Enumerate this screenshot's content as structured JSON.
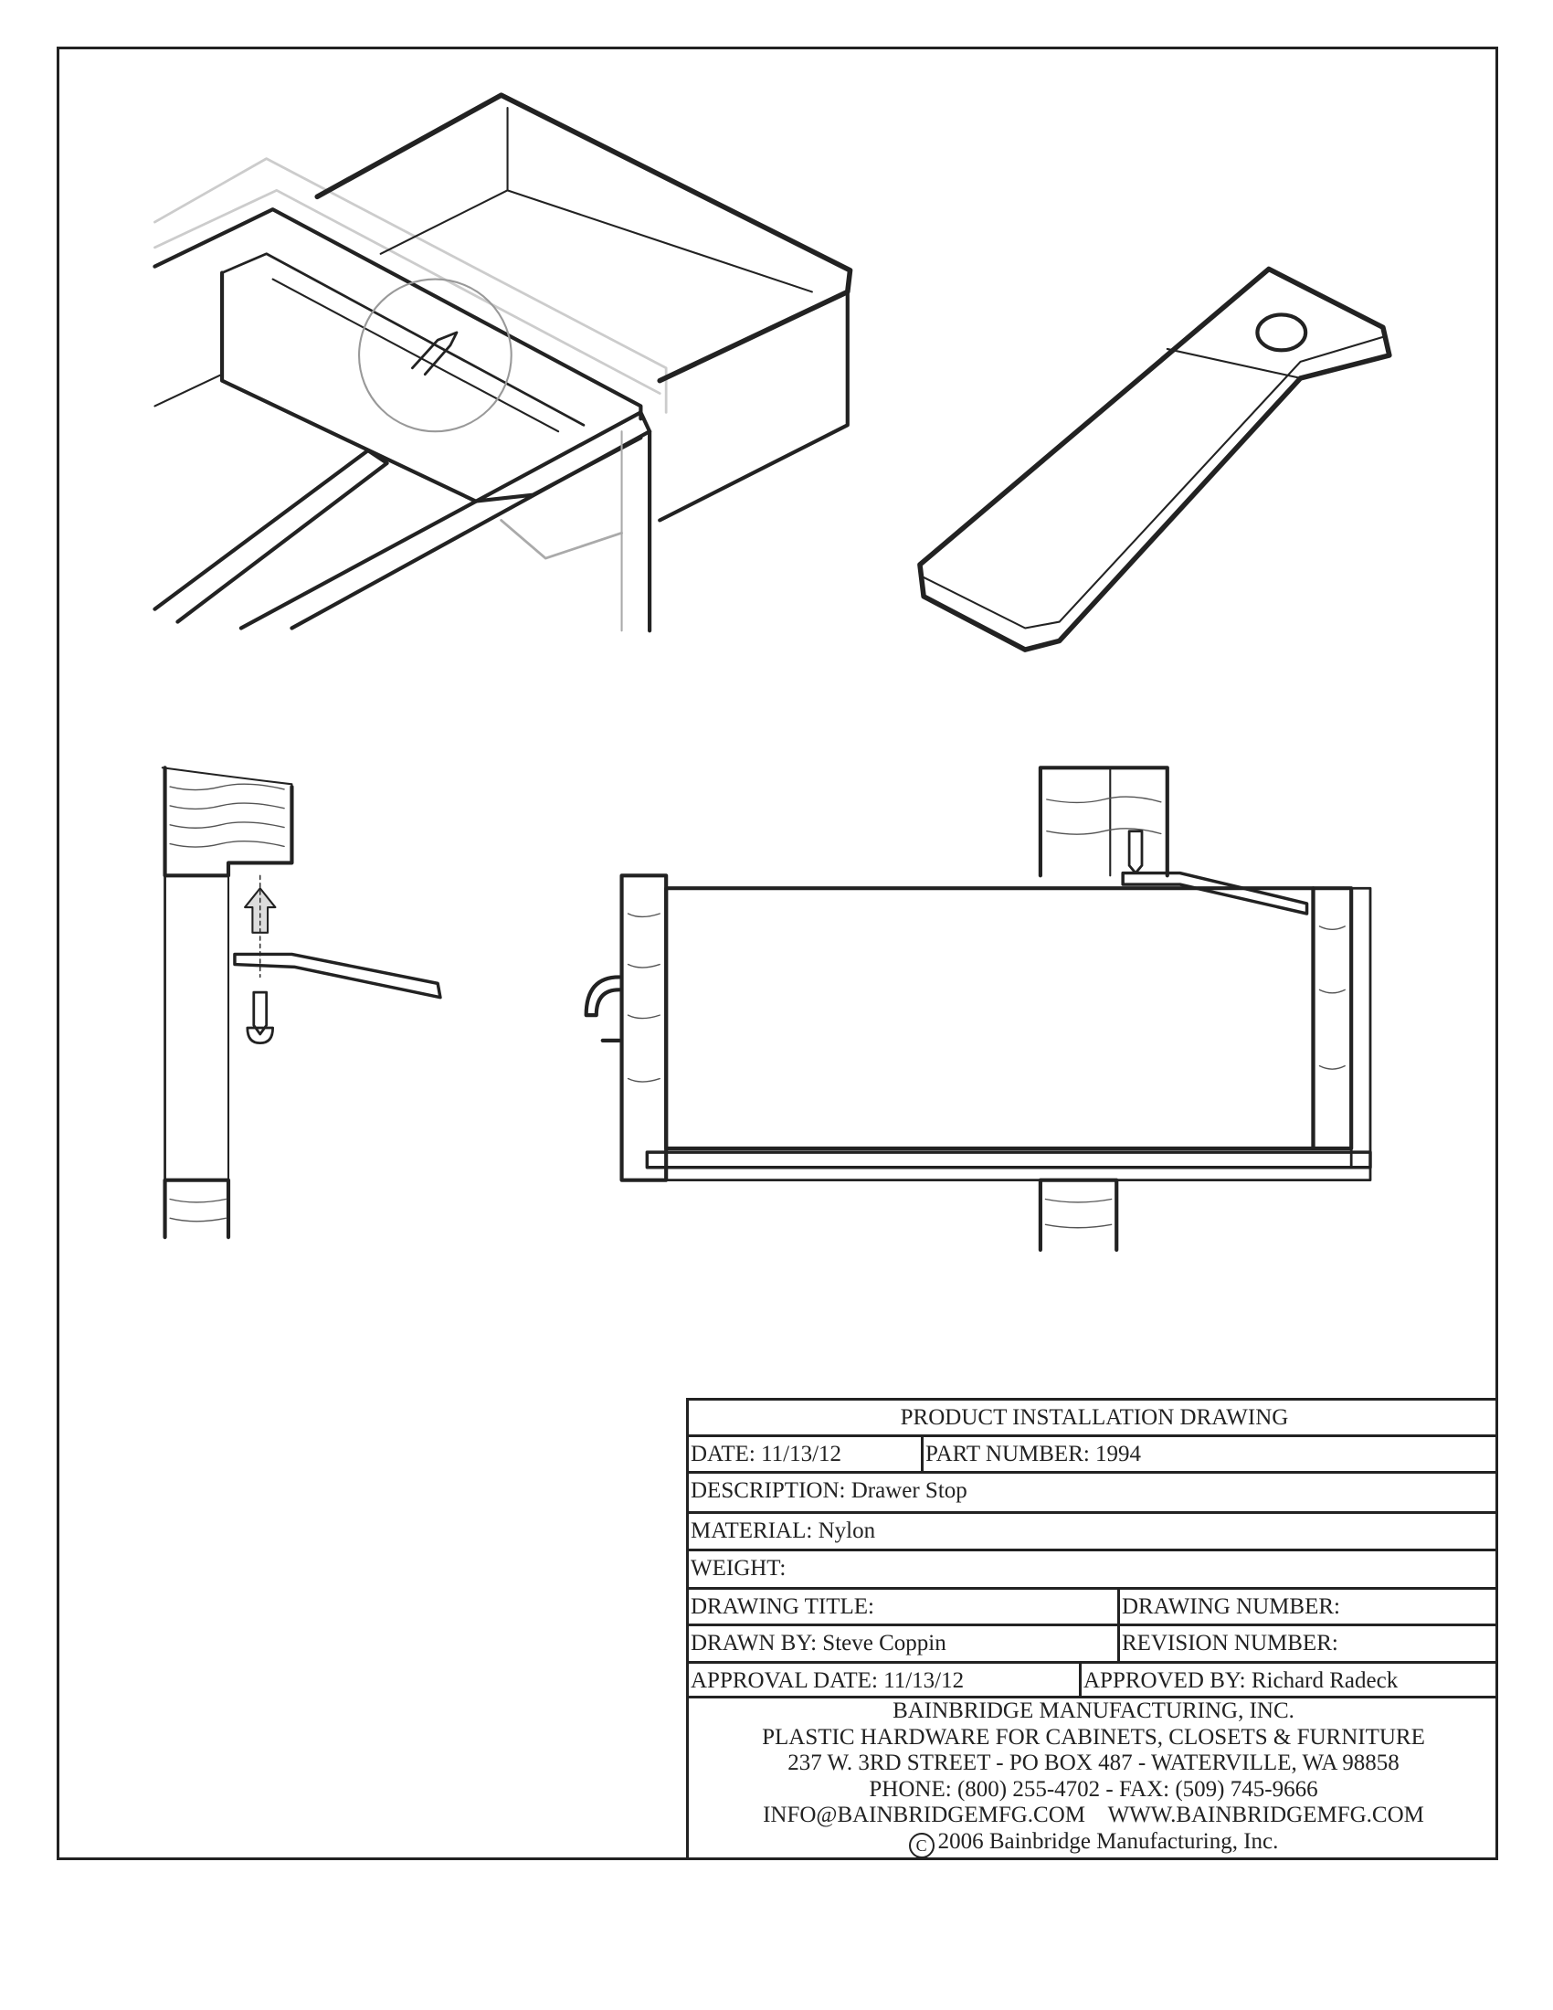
{
  "title_block": {
    "heading": "PRODUCT INSTALLATION DRAWING",
    "date": "DATE: 11/13/12",
    "part_number": "PART NUMBER:  1994",
    "description": "DESCRIPTION: Drawer Stop",
    "material": "MATERIAL: Nylon",
    "weight": "WEIGHT:",
    "drawing_title": "DRAWING TITLE:",
    "drawing_number": "DRAWING NUMBER:",
    "drawn_by": "DRAWN BY: Steve Coppin",
    "revision_number": "REVISION NUMBER:",
    "approval_date": "APPROVAL DATE: 11/13/12",
    "approved_by": "APPROVED BY: Richard Radeck"
  },
  "company": {
    "name": "BAINBRIDGE MANUFACTURING, INC.",
    "tagline": "PLASTIC HARDWARE FOR CABINETS, CLOSETS & FURNITURE",
    "address": "237 W. 3RD STREET - PO BOX 487 - WATERVILLE, WA 98858",
    "phone_fax": "PHONE: (800) 255-4702 - FAX: (509) 745-9666",
    "email": "INFO@BAINBRIDGEMFG.COM",
    "website": "WWW.BAINBRIDGEMFG.COM",
    "copyright_symbol": "C",
    "copyright": "2006 Bainbridge Manufacturing, Inc."
  }
}
